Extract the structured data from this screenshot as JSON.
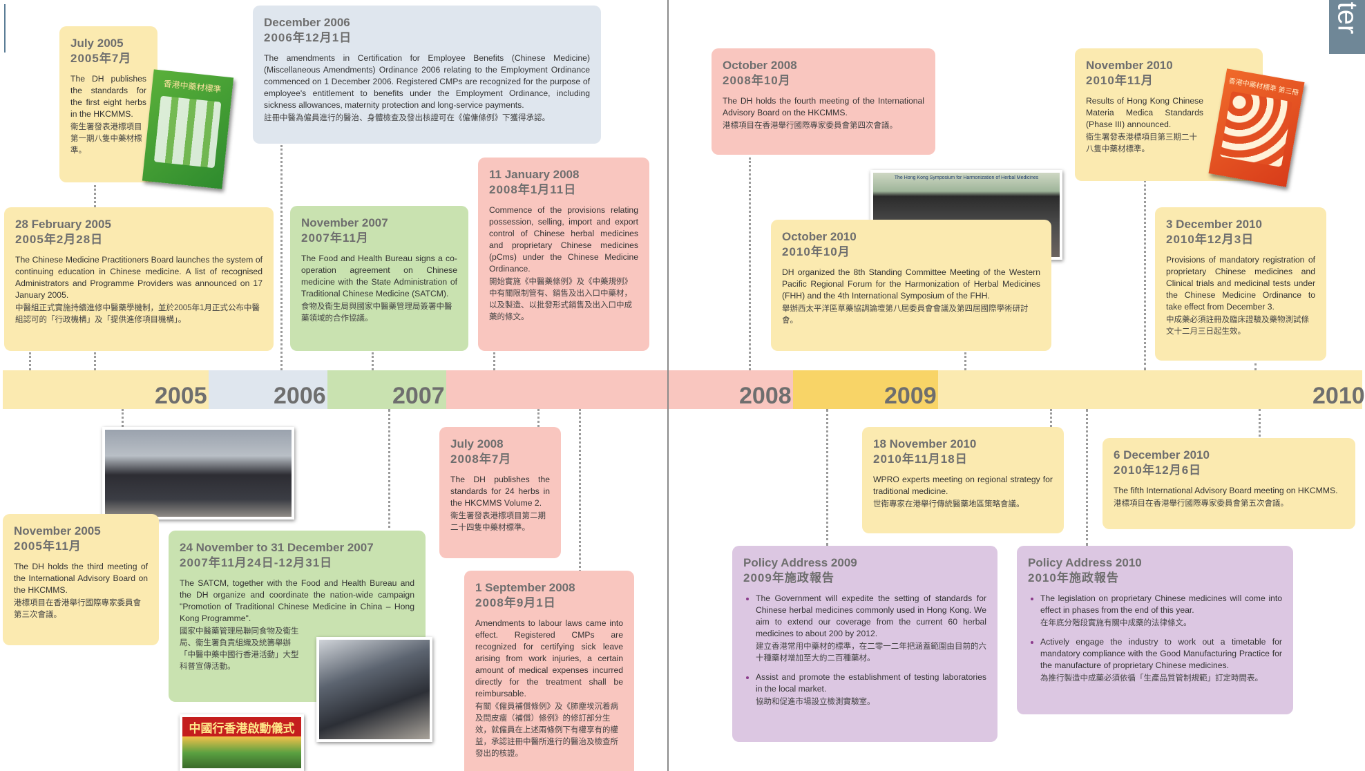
{
  "side_tab": "ter",
  "years": [
    "2005",
    "2006",
    "2007",
    "2008",
    "2009",
    "2010"
  ],
  "cards": {
    "jul2005": {
      "d1": "July 2005",
      "d2": "2005年7月",
      "en": "The DH publishes the standards for the first eight herbs in the HKCMMS.",
      "zh": "衛生署發表港標項目第一期八隻中藥材標準。"
    },
    "dec2006": {
      "d1": "December 2006",
      "d2": "2006年12月1日",
      "en": "The amendments in Certification for Employee Benefits (Chinese Medicine) (Miscellaneous Amendments) Ordinance 2006 relating to the Employment Ordinance commenced on 1 December 2006. Registered CMPs are recognized for the purpose of employee's entitlement to benefits under the Employment Ordinance, including sickness allowances, maternity protection and long-service payments.",
      "zh": "註冊中醫為僱員進行的醫治、身體檢查及發出核證可在《僱傭條例》下獲得承認。"
    },
    "feb2005": {
      "d1": "28 February 2005",
      "d2": "2005年2月28日",
      "en": "The Chinese Medicine Practitioners Board launches the system of continuing education in Chinese medicine. A list of recognised Administrators and Programme Providers was announced on 17 January 2005.",
      "zh": "中醫組正式實施持續進修中醫藥學機制，並於2005年1月正式公布中醫組認可的「行政機構」及「提供進修項目機構」。"
    },
    "nov2007": {
      "d1": "November 2007",
      "d2": "2007年11月",
      "en": "The Food and Health Bureau signs a co-operation agreement on Chinese medicine with the State Administration of Traditional Chinese Medicine (SATCM).",
      "zh": "食物及衞生局與國家中醫藥管理局簽署中醫藥領域的合作協議。"
    },
    "jan2008": {
      "d1": "11 January 2008",
      "d2": "2008年1月11日",
      "en": "Commence of the provisions relating possession, selling, import and export control of Chinese herbal medicines and proprietary Chinese medicines (pCms) under the Chinese Medicine Ordinance.",
      "zh": "開始實施《中醫藥條例》及《中藥規例》中有關限制管有、銷售及出入口中藥材，以及製造、以批發形式銷售及出入口中成藥的條文。"
    },
    "oct2008": {
      "d1": "October 2008",
      "d2": "2008年10月",
      "en": "The DH holds the fourth meeting of the International Advisory Board on the HKCMMS.",
      "zh": "港標項目在香港舉行國際專家委員會第四次會議。"
    },
    "nov2010a": {
      "d1": "November 2010",
      "d2": "2010年11月",
      "en": "Results of Hong Kong Chinese Materia Medica Standards (Phase III) announced.",
      "zh": "衛生署發表港標項目第三期二十八隻中藥材標準。"
    },
    "oct2010": {
      "d1": "October 2010",
      "d2": "2010年10月",
      "en": "DH organized the 8th Standing Committee Meeting of the Western Pacific Regional Forum for the Harmonization of Herbal Medicines (FHH) and the 4th International Symposium of the FHH.",
      "zh": "舉辦西太平洋區草藥協調論壇第八屆委員會會議及第四屆國際學術研討會。"
    },
    "dec2010a": {
      "d1": "3 December 2010",
      "d2": "2010年12月3日",
      "en": "Provisions of mandatory registration of proprietary Chinese medicines and Clinical trials and medicinal tests under the Chinese Medicine Ordinance to take effect from December 3.",
      "zh": "中成藥必須註冊及臨床證驗及藥物測試條文十二月三日起生效。"
    },
    "nov2005": {
      "d1": "November 2005",
      "d2": "2005年11月",
      "en": "The DH holds the third meeting of the International Advisory Board on the HKCMMS.",
      "zh": "港標項目在香港舉行國際專家委員會第三次會議。"
    },
    "nov2007b": {
      "d1": "24 November to 31 December 2007",
      "d2": "2007年11月24日-12月31日",
      "en": "The SATCM, together with the Food and Health Bureau and the DH organize and coordinate the nation-wide campaign \"Promotion of Traditional Chinese Medicine in China – Hong Kong Programme\".",
      "zh": "國家中醫藥管理局聯同食物及衞生局、衞生署負責組織及統籌舉辦「中醫中藥中國行香港活動」大型科普宣傳活動。"
    },
    "jul2008": {
      "d1": "July 2008",
      "d2": "2008年7月",
      "en": "The DH publishes the standards for 24 herbs in the HKCMMS Volume 2.",
      "zh": "衛生署發表港標項目第二期二十四隻中藥材標準。"
    },
    "sep2008": {
      "d1": "1 September 2008",
      "d2": "2008年9月1日",
      "en": "Amendments to labour laws came into effect. Registered CMPs are recognized for certifying sick leave arising from work injuries, a certain amount of medical expenses incurred directly for the treatment shall be reimbursable.",
      "zh": "有關《僱員補償條例》及《肺塵埃沉着病及間皮瘤（補償）條例》的修訂部分生效，就僱員在上述兩條例下有權享有的權益，承認註冊中醫所進行的醫治及檢查所發出的核證。"
    },
    "nov2010b": {
      "d1": "18 November 2010",
      "d2": "2010年11月18日",
      "en": "WPRO experts meeting on regional strategy for traditional medicine.",
      "zh": "世衛專家在港舉行傳統醫藥地區策略會議。"
    },
    "dec2010b": {
      "d1": "6 December 2010",
      "d2": "2010年12月6日",
      "en": "The fifth International Advisory Board meeting on HKCMMS.",
      "zh": "港標項目在香港舉行國際專家委員會第五次會議。"
    },
    "pa2009": {
      "d1": "Policy Address 2009",
      "d2": "2009年施政報告",
      "bullets": [
        {
          "en": "The Government will expedite the setting of standards for Chinese herbal medicines commonly used in Hong Kong. We aim to extend our coverage from the current 60 herbal medicines to about 200 by 2012.",
          "zh": "建立香港常用中藥材的標準，在二零一二年把涵蓋範圍由目前的六十種藥材增加至大約二百種藥材。"
        },
        {
          "en": "Assist and promote the establishment of testing laboratories in the local market.",
          "zh": "協助和促進市場設立檢測實驗室。"
        }
      ]
    },
    "pa2010": {
      "d1": "Policy Address 2010",
      "d2": "2010年施政報告",
      "bullets": [
        {
          "en": "The legislation on proprietary Chinese medicines will come into effect in phases from the end of this year.",
          "zh": "在年底分階段實施有關中成藥的法律條文。"
        },
        {
          "en": "Actively engage the industry to work out a timetable for mandatory compliance with the Good Manufacturing Practice for the manufacture of proprietary Chinese medicines.",
          "zh": "為推行製造中成藥必須依循「生產品質管制規範」訂定時間表。"
        }
      ]
    }
  },
  "photo_banner_2010": "The Hong Kong Symposium for Harmonization of Herbal Medicines",
  "book_titles": {
    "hkcmms1": "香港中藥材標準",
    "hkcmms3": "香港中藥材標準 第三冊"
  },
  "campaign_banner": "中國行香港啟動儀式",
  "colors": {
    "yellow": "#fbeab0",
    "blue": "#dfe6ee",
    "green": "#c9e2b0",
    "pink": "#f9c6bf",
    "violet": "#dcc7e2",
    "gold": "#f8d467"
  }
}
